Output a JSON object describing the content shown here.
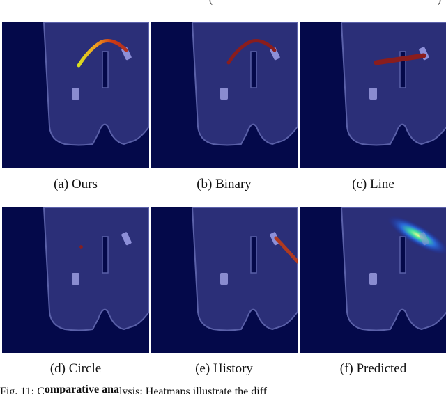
{
  "page": {
    "top_fragment": "(",
    "top_fragment_right": ")"
  },
  "panels": [
    {
      "id": "a",
      "caption": "(a) Ours"
    },
    {
      "id": "b",
      "caption": "(b) Binary"
    },
    {
      "id": "c",
      "caption": "(c) Line"
    },
    {
      "id": "d",
      "caption": "(d) Circle"
    },
    {
      "id": "e",
      "caption": "(e) History"
    },
    {
      "id": "f",
      "caption": "(f) Predicted"
    }
  ],
  "figure_caption_fragment": {
    "prefix": "Fig. 11: C",
    "bold": "ompar",
    "bold2": "ative",
    "bold3": "ana",
    "rest": "lysis: Heatmaps illustrate the diff"
  },
  "colors": {
    "background": "#04094a",
    "map_area": "#2b2f78",
    "map_outline": "#5a60a8",
    "robot": "#8d8fd8",
    "obstacle": "#8a8cd0"
  }
}
